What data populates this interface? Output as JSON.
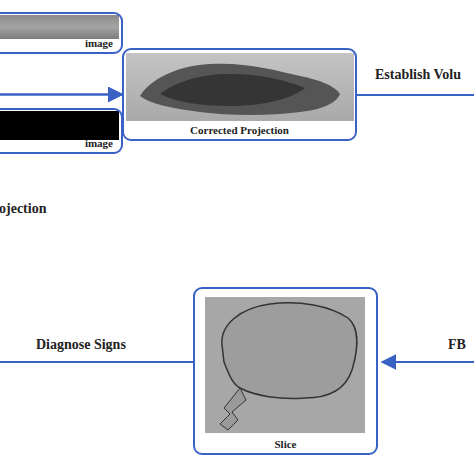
{
  "diagram": {
    "nodes": [
      {
        "text": [
          "image"
        ]
      },
      {
        "text": [
          "image"
        ]
      },
      {
        "text": [
          "Corrected Projection"
        ]
      },
      {
        "text": [
          "Slice"
        ]
      }
    ],
    "edges": [
      {
        "from": 0,
        "to": 2,
        "arrow": "to"
      },
      {
        "from": 1,
        "to": 2,
        "arrow": "to"
      }
    ],
    "labels": [
      "ojection",
      "Establish Volu",
      "FB",
      "Diagnose Signs"
    ]
  }
}
